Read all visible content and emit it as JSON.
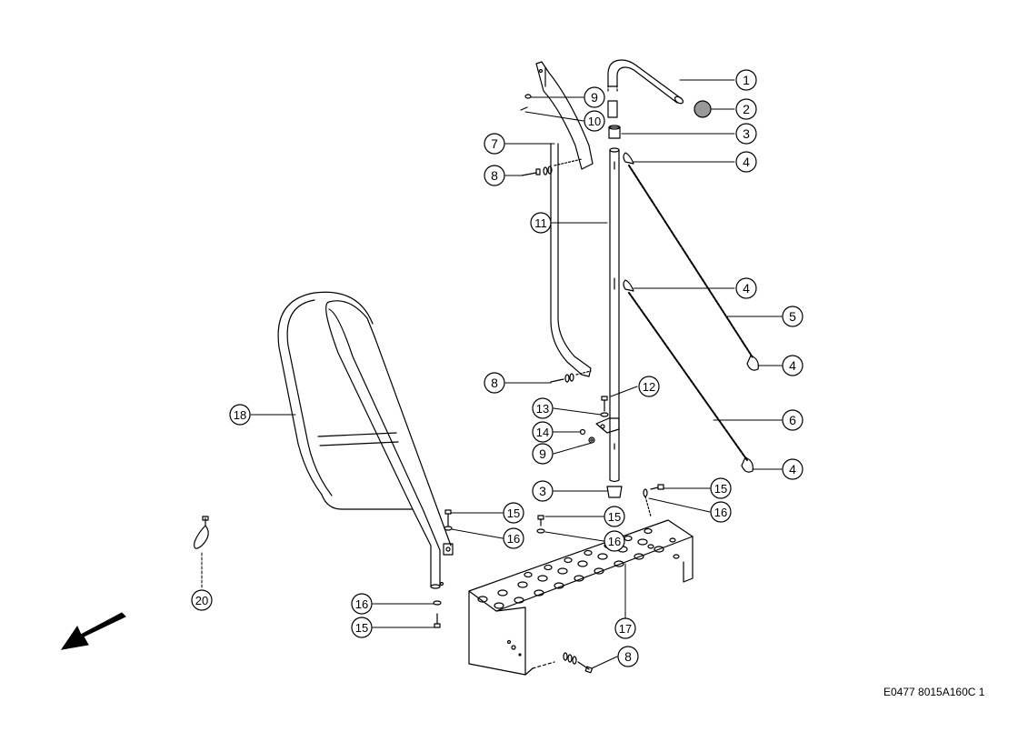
{
  "drawing_code": "E0477 8015A160C 1",
  "callouts": [
    {
      "id": "c1",
      "label": "1"
    },
    {
      "id": "c2",
      "label": "2"
    },
    {
      "id": "c3a",
      "label": "3"
    },
    {
      "id": "c4a",
      "label": "4"
    },
    {
      "id": "c4b",
      "label": "4"
    },
    {
      "id": "c4c",
      "label": "4"
    },
    {
      "id": "c4d",
      "label": "4"
    },
    {
      "id": "c5",
      "label": "5"
    },
    {
      "id": "c6",
      "label": "6"
    },
    {
      "id": "c7",
      "label": "7"
    },
    {
      "id": "c8a",
      "label": "8"
    },
    {
      "id": "c8b",
      "label": "8"
    },
    {
      "id": "c8c",
      "label": "8"
    },
    {
      "id": "c9a",
      "label": "9"
    },
    {
      "id": "c9b",
      "label": "9"
    },
    {
      "id": "c10",
      "label": "10"
    },
    {
      "id": "c11",
      "label": "11"
    },
    {
      "id": "c12",
      "label": "12"
    },
    {
      "id": "c13",
      "label": "13"
    },
    {
      "id": "c14",
      "label": "14"
    },
    {
      "id": "c3b",
      "label": "3"
    },
    {
      "id": "c15a",
      "label": "15"
    },
    {
      "id": "c15b",
      "label": "15"
    },
    {
      "id": "c15c",
      "label": "15"
    },
    {
      "id": "c16a",
      "label": "16"
    },
    {
      "id": "c16b",
      "label": "16"
    },
    {
      "id": "c16c",
      "label": "16"
    },
    {
      "id": "c16d",
      "label": "16"
    },
    {
      "id": "c15d",
      "label": "15"
    },
    {
      "id": "c17",
      "label": "17"
    },
    {
      "id": "c18",
      "label": "18"
    },
    {
      "id": "c20",
      "label": "20"
    }
  ]
}
